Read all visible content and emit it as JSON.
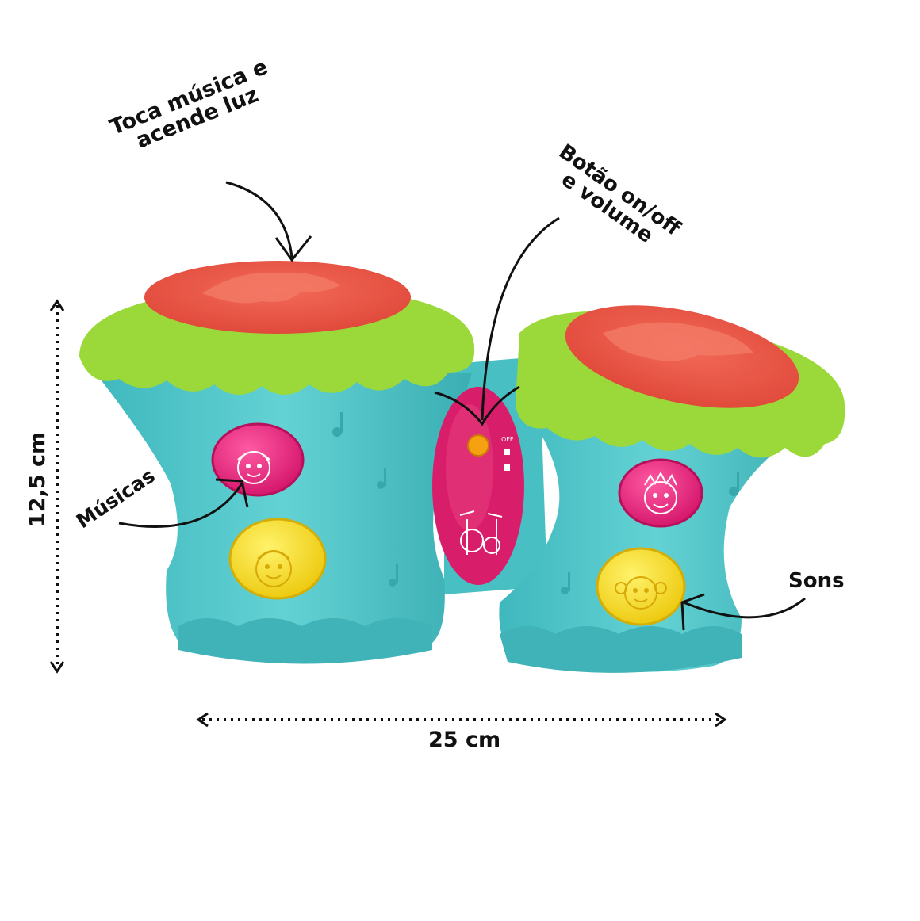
{
  "labels": {
    "top_feature": [
      "Toca música e",
      "acende luz"
    ],
    "switch_feature": [
      "Botão on/off",
      "e volume"
    ],
    "left_buttons": "Músicas",
    "right_buttons": "Sons",
    "width": "25 cm",
    "height": "12,5 cm"
  },
  "panel": {
    "off_label": "OFF"
  },
  "colors": {
    "body": "#4fc6c9",
    "rim": "#9bd93a",
    "drum_head": "#ef5a4a",
    "panel": "#d81e6b",
    "pink_button": "#e6237a",
    "yellow_button": "#f5e21a",
    "switch": "#f6a10f"
  }
}
